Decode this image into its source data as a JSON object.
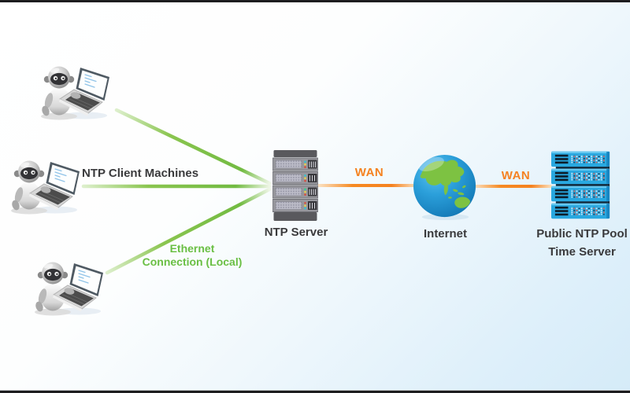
{
  "diagram": {
    "title_implied": "NTP time synchronization topology",
    "labels": {
      "clients": "NTP Client Machines",
      "ethernet_line1": "Ethernet",
      "ethernet_line2": "Connection (Local)",
      "ntp_server": "NTP Server",
      "wan_left": "WAN",
      "wan_right": "WAN",
      "internet": "Internet",
      "pool_line1": "Public NTP Pool",
      "pool_line2": "Time Server"
    },
    "colors": {
      "green": "#6abf44",
      "orange": "#f58220",
      "dark_text": "#3a3a3c",
      "server_blue": "#29a8e0",
      "globe_ocean": "#1f93d2",
      "globe_land": "#7dc242"
    },
    "connections": [
      {
        "from": "client-1",
        "to": "ntp-server",
        "type": "ethernet"
      },
      {
        "from": "client-2",
        "to": "ntp-server",
        "type": "ethernet"
      },
      {
        "from": "client-3",
        "to": "ntp-server",
        "type": "ethernet"
      },
      {
        "from": "ntp-server",
        "to": "internet",
        "type": "wan"
      },
      {
        "from": "internet",
        "to": "public-ntp-pool-time-server",
        "type": "wan"
      }
    ]
  }
}
